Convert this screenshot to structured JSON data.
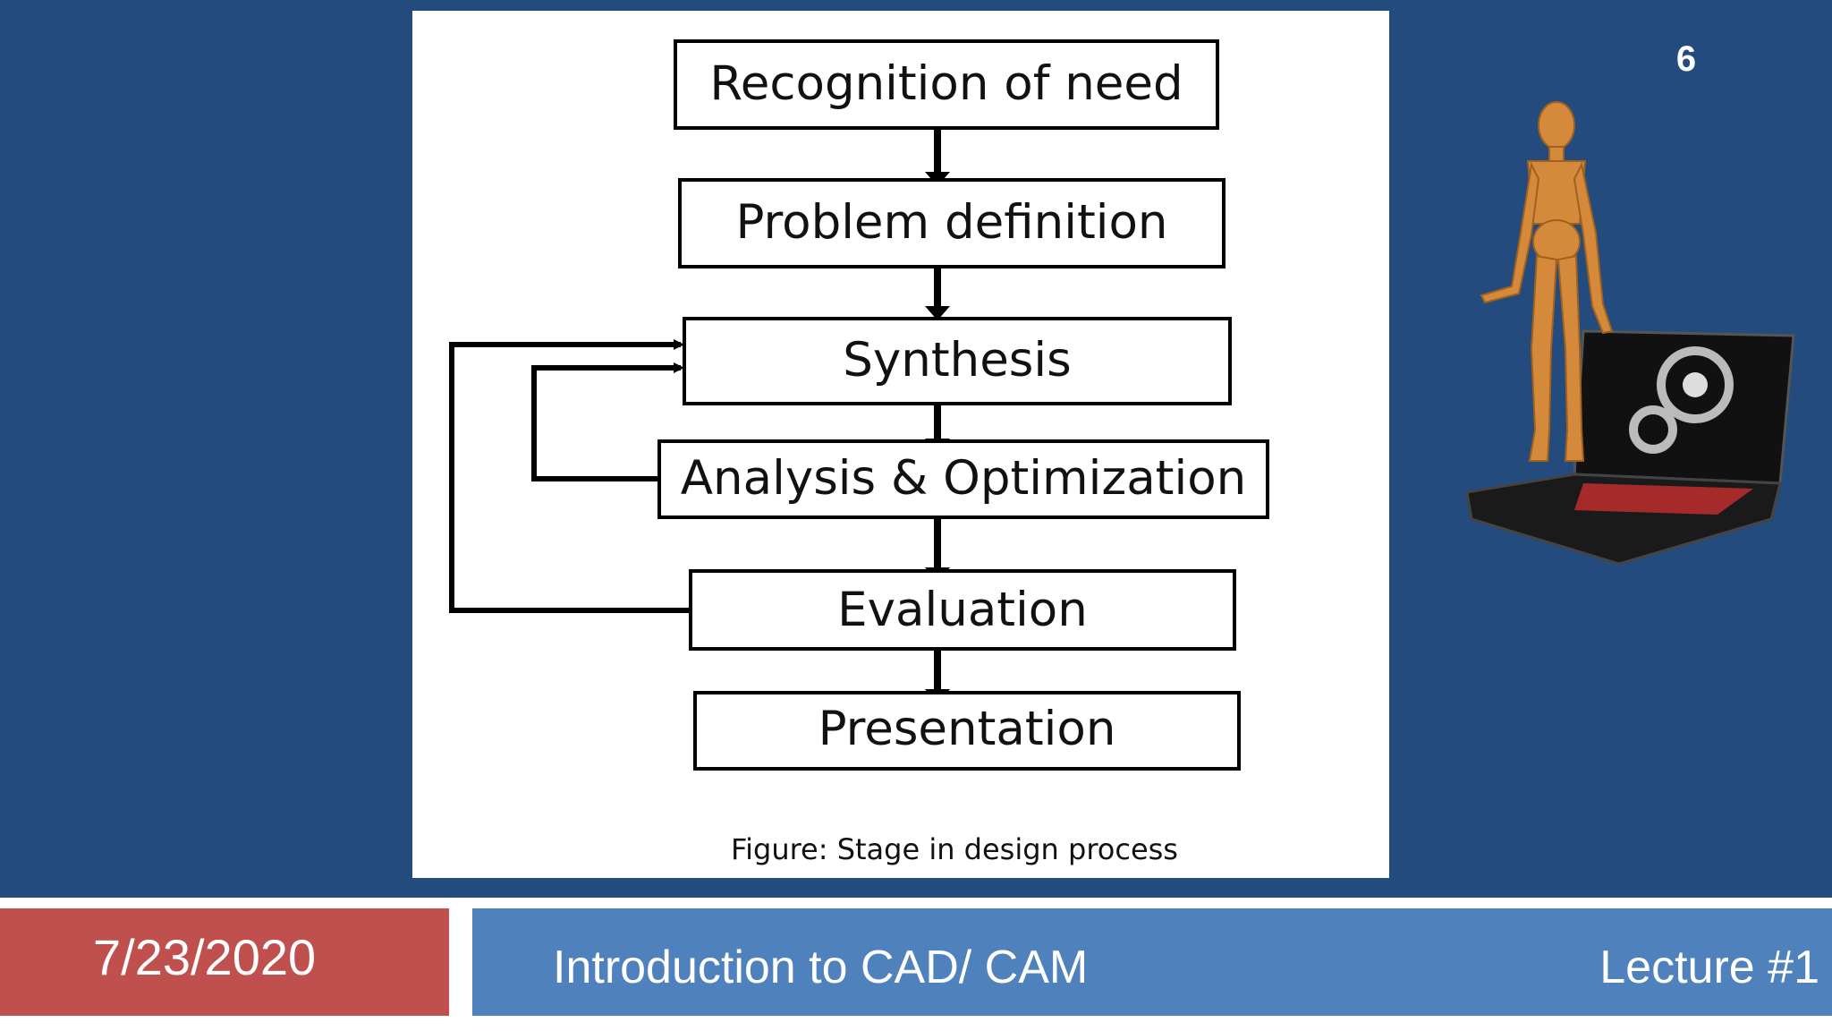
{
  "slide": {
    "number": "6"
  },
  "diagram": {
    "stages": [
      "Recognition of need",
      "Problem definition",
      "Synthesis",
      "Analysis & Optimization",
      "Evaluation",
      "Presentation"
    ],
    "caption": "Figure: Stage in design process"
  },
  "footer": {
    "date": "7/23/2020",
    "title": "Introduction to CAD/ CAM",
    "lecture": "Lecture #1"
  },
  "colors": {
    "background": "#234b7d",
    "date_bar": "#c0504d",
    "title_bar": "#4f81bd"
  },
  "illustration": "wooden mannequin standing on laptop with gears on screen"
}
